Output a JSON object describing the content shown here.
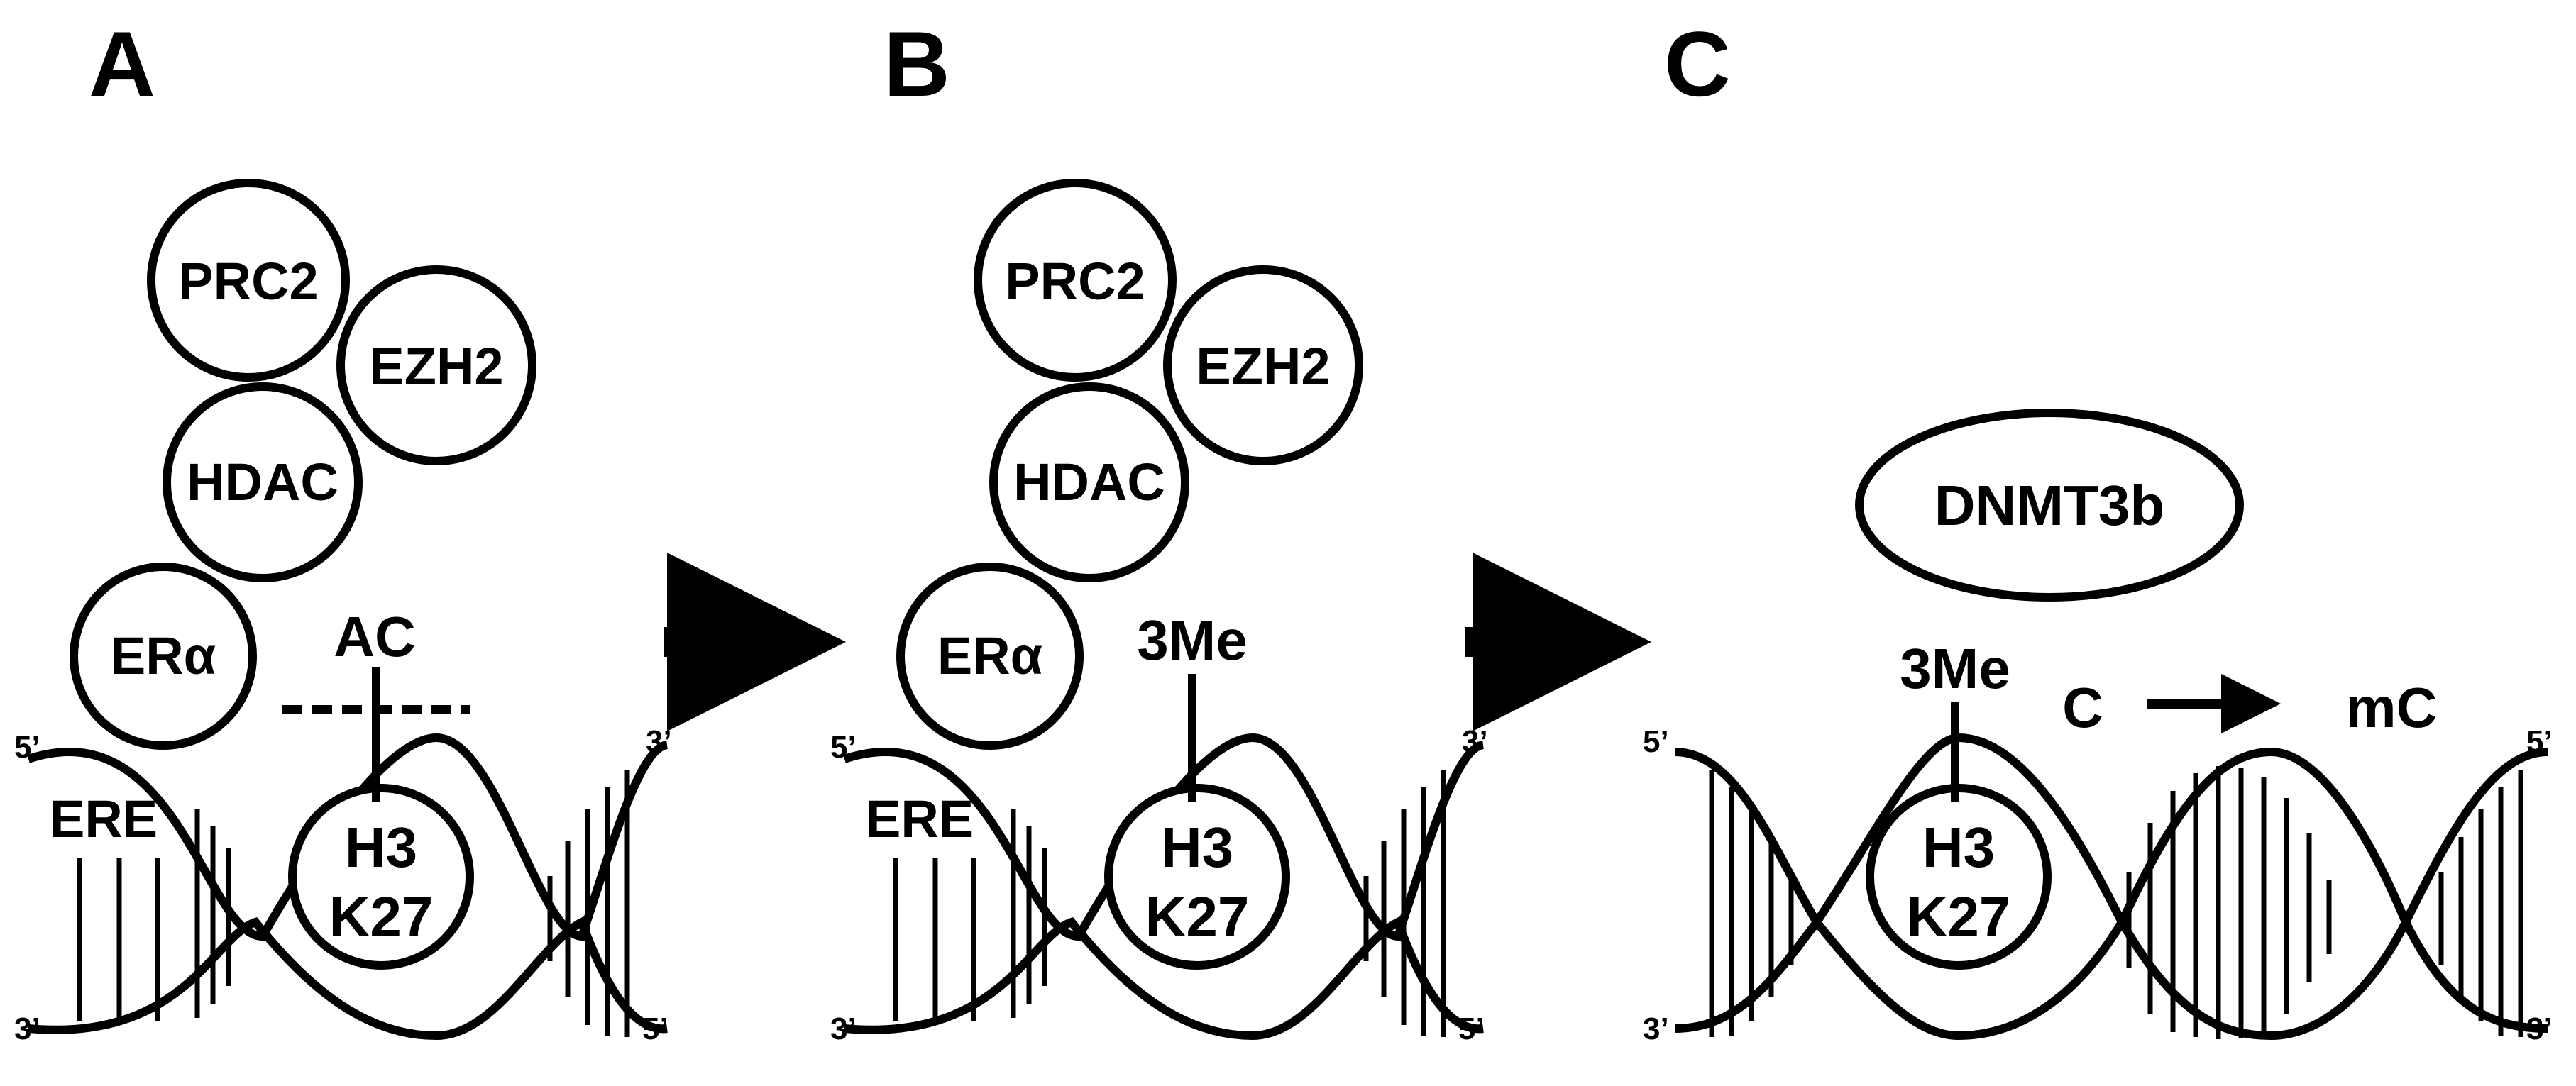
{
  "panels": [
    {
      "letter": "A",
      "proteins": [
        "PRC2",
        "EZH2",
        "HDAC",
        "ERα"
      ],
      "site": "ERE",
      "histone": [
        "H3",
        "K27"
      ],
      "mark": "AC",
      "strand_ends": {
        "top_left": "5’",
        "top_right": "3’",
        "bottom_left": "3’",
        "bottom_right": "5’"
      }
    },
    {
      "letter": "B",
      "proteins": [
        "PRC2",
        "EZH2",
        "HDAC",
        "ERα"
      ],
      "site": "ERE",
      "histone": [
        "H3",
        "K27"
      ],
      "mark": "3Me",
      "strand_ends": {
        "top_left": "5’",
        "top_right": "3’",
        "bottom_left": "3’",
        "bottom_right": "5’"
      }
    },
    {
      "letter": "C",
      "enzyme": "DNMT3b",
      "histone": [
        "H3",
        "K27"
      ],
      "mark": "3Me",
      "conversion": {
        "from": "C",
        "to": "mC"
      },
      "strand_ends": {
        "top_left": "5’",
        "top_right": "5’",
        "bottom_left": "3’",
        "bottom_right": "3’"
      }
    }
  ]
}
